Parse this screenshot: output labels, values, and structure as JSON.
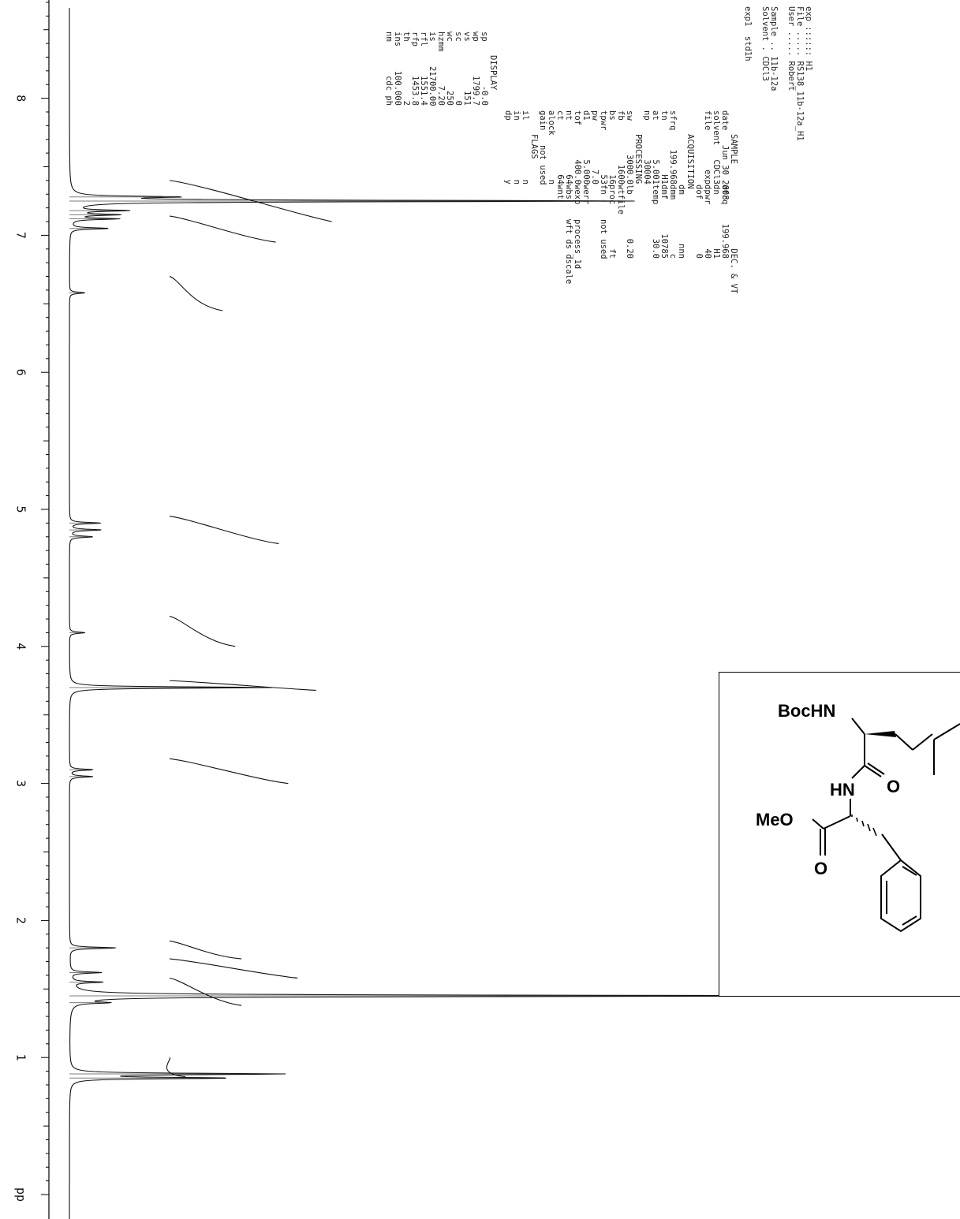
{
  "chart_data": {
    "type": "line",
    "title": "",
    "xlabel": "ppm",
    "orientation": "rotated-90",
    "x_axis_reversed": true,
    "xlim": [
      0,
      9
    ],
    "tick_labels": [
      "8",
      "7",
      "6",
      "5",
      "4",
      "3",
      "2",
      "1",
      "pp"
    ],
    "tick_values": [
      8,
      7,
      6,
      5,
      4,
      3,
      2,
      1,
      0
    ],
    "series": [
      {
        "peaks_ppm": [
          7.28,
          7.25,
          7.18,
          7.15,
          7.12,
          7.05,
          6.58,
          4.9,
          4.85,
          4.8,
          4.1,
          3.7,
          3.1,
          3.05,
          1.8,
          1.62,
          1.55,
          1.45,
          1.4,
          0.88,
          0.85
        ],
        "peak_heights": [
          0.12,
          0.72,
          0.07,
          0.06,
          0.06,
          0.05,
          0.02,
          0.04,
          0.04,
          0.03,
          0.02,
          0.26,
          0.03,
          0.03,
          0.06,
          0.04,
          0.04,
          1.0,
          0.04,
          0.27,
          0.2
        ]
      }
    ],
    "integrals": [
      {
        "from_ppm": 7.4,
        "to_ppm": 7.1,
        "end_fraction": 0.47
      },
      {
        "from_ppm": 7.14,
        "to_ppm": 6.95,
        "end_fraction": 0.29
      },
      {
        "from_ppm": 6.7,
        "to_ppm": 6.45,
        "end_fraction": 0.12
      },
      {
        "from_ppm": 4.95,
        "to_ppm": 4.75,
        "end_fraction": 0.3
      },
      {
        "from_ppm": 4.22,
        "to_ppm": 4.0,
        "end_fraction": 0.16
      },
      {
        "from_ppm": 3.75,
        "to_ppm": 3.68,
        "end_fraction": 0.42
      },
      {
        "from_ppm": 3.18,
        "to_ppm": 3.0,
        "end_fraction": 0.33
      },
      {
        "from_ppm": 1.85,
        "to_ppm": 1.72,
        "end_fraction": 0.18
      },
      {
        "from_ppm": 1.72,
        "to_ppm": 1.58,
        "end_fraction": 0.36
      },
      {
        "from_ppm": 1.58,
        "to_ppm": 1.38,
        "end_fraction": 0.18
      },
      {
        "from_ppm": 1.0,
        "to_ppm": 0.86,
        "end_fraction": 0.0
      }
    ],
    "grid": false,
    "legend": "none"
  },
  "params": {
    "col1": [
      "exp :::::: H1",
      "File ..... RS138_11b-12a_H1",
      "User ..... Robert",
      "",
      "Sample .. 11b-12a",
      "Solvent . CDCl3",
      "",
      "exp1  std1h"
    ],
    "sample_header": "SAMPLE",
    "dec_header": "DEC. & VT",
    "col2": [
      [
        "date",
        "Jun 30 2008",
        "dfrq",
        "199.968"
      ],
      [
        "solvent",
        "CDCl3",
        "dn",
        "H1"
      ],
      [
        "file",
        "exp",
        "dpwr",
        "40"
      ],
      [
        "",
        "",
        "dof",
        "0"
      ],
      [
        "",
        "",
        "dm",
        "nnn"
      ],
      [
        "sfrq",
        "199.968",
        "dmm",
        "c"
      ],
      [
        "tn",
        "H1",
        "dmf",
        "10785"
      ],
      [
        "at",
        "5.001",
        "temp",
        "30.0"
      ],
      [
        "np",
        "30004",
        "",
        ""
      ],
      [
        "sw",
        "3000.0",
        "lb",
        "0.20"
      ],
      [
        "fb",
        "1600",
        "wtfile",
        ""
      ],
      [
        "bs",
        "16",
        "proc",
        "ft"
      ],
      [
        "tpwr",
        "53",
        "fn",
        "not used"
      ],
      [
        "pw",
        "7.0",
        "",
        ""
      ],
      [
        "d1",
        "5.000",
        "werr",
        ""
      ],
      [
        "tof",
        "400.0",
        "wexp",
        "process_1d"
      ],
      [
        "nt",
        "64",
        "wbs",
        "wft ds dscale"
      ],
      [
        "ct",
        "64",
        "wnt",
        ""
      ],
      [
        "alock",
        "n",
        "",
        ""
      ],
      [
        "gain",
        "not used",
        "",
        ""
      ]
    ],
    "acq_header": "ACQUISITION",
    "proc_header": "PROCESSING",
    "flags_header": "FLAGS",
    "flags": [
      [
        "il",
        "n"
      ],
      [
        "in",
        "n"
      ],
      [
        "dp",
        "y"
      ]
    ],
    "display_header": "DISPLAY",
    "display": [
      [
        "sp",
        "-0.0"
      ],
      [
        "wp",
        "1799.7"
      ],
      [
        "vs",
        "151"
      ],
      [
        "sc",
        "0"
      ],
      [
        "wc",
        "250"
      ],
      [
        "hzmm",
        "7.20"
      ],
      [
        "is",
        "21700.00"
      ],
      [
        "rfl",
        "1551.4"
      ],
      [
        "rfp",
        "1453.8"
      ],
      [
        "th",
        "2"
      ],
      [
        "ins",
        "100.000"
      ],
      [
        "nm",
        "cdc ph"
      ]
    ]
  },
  "structure": {
    "labels": {
      "boc": "BocHN",
      "hn": "HN",
      "o_amide": "O",
      "meo": "MeO",
      "o_ester": "O"
    }
  }
}
